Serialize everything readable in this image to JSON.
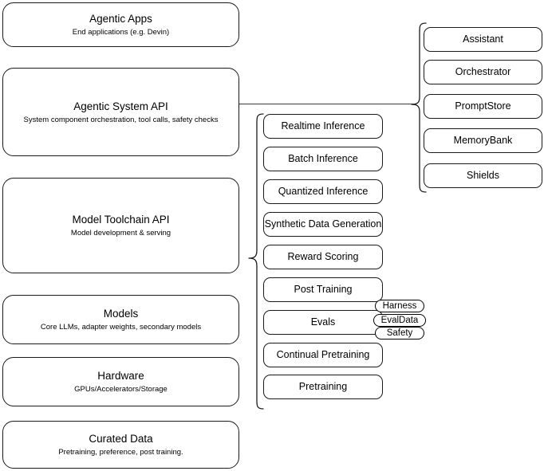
{
  "diagram": {
    "title": "LLM Stack Layers Diagram",
    "stroke_color": "#1a1a1a",
    "connector_color": "#3b3b3b",
    "background": "#ffffff"
  },
  "layers": [
    {
      "title": "Agentic Apps",
      "subtitle": "End applications (e.g. Devin)"
    },
    {
      "title": "Agentic System API",
      "subtitle": "System component orchestration, tool calls, safety checks"
    },
    {
      "title": "Model Toolchain API",
      "subtitle": "Model development & serving"
    },
    {
      "title": "Models",
      "subtitle": "Core LLMs, adapter weights, secondary models"
    },
    {
      "title": "Hardware",
      "subtitle": "GPUs/Accelerators/Storage"
    },
    {
      "title": "Curated Data",
      "subtitle": "Pretraining, preference, post training."
    }
  ],
  "toolchain_items": [
    {
      "label": "Realtime Inference"
    },
    {
      "label": "Batch Inference"
    },
    {
      "label": "Quantized Inference"
    },
    {
      "label": "Synthetic Data Generation"
    },
    {
      "label": "Reward Scoring"
    },
    {
      "label": "Post Training"
    },
    {
      "label": "Evals"
    },
    {
      "label": "Continual Pretraining"
    },
    {
      "label": "Pretraining"
    }
  ],
  "agentic_items": [
    {
      "label": "Assistant"
    },
    {
      "label": "Orchestrator"
    },
    {
      "label": "PromptStore"
    },
    {
      "label": "MemoryBank"
    },
    {
      "label": "Shields"
    }
  ],
  "eval_badges": [
    {
      "label": "Harness"
    },
    {
      "label": "EvalData"
    },
    {
      "label": "Safety"
    }
  ]
}
